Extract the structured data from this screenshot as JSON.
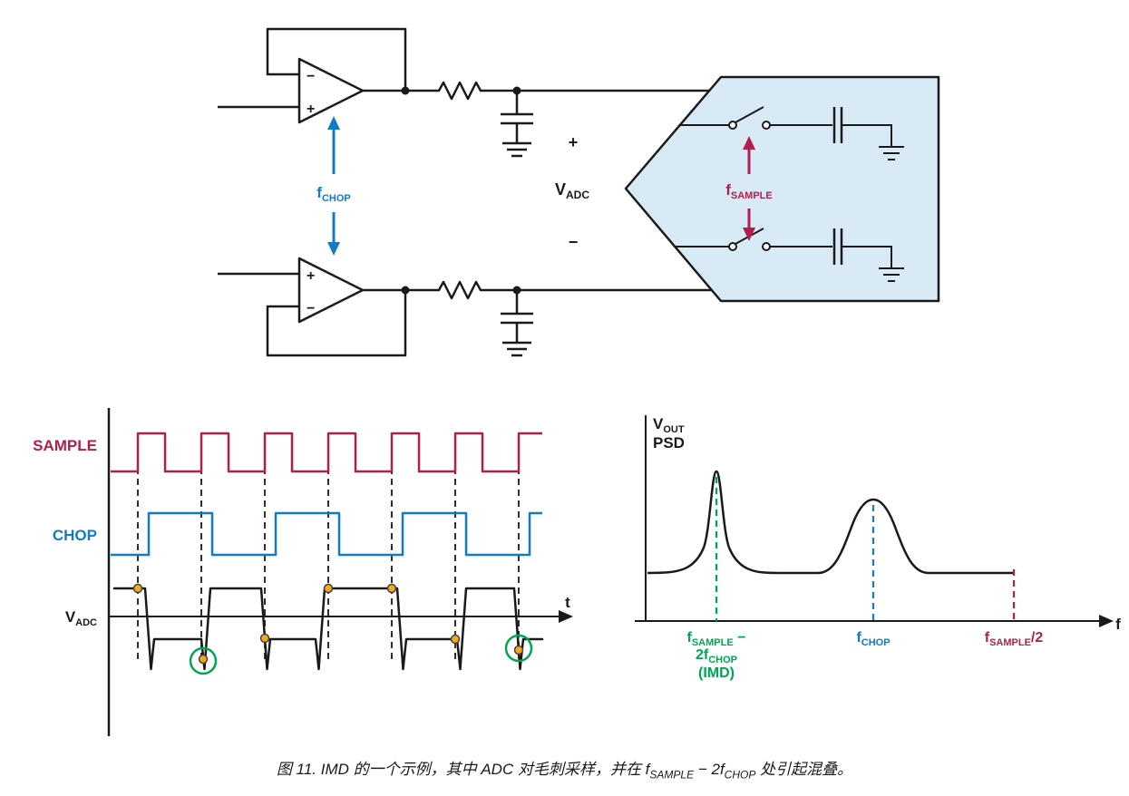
{
  "colors": {
    "crimson": "#B0204E",
    "blue": "#0F7DC5",
    "green": "#00A651",
    "orange": "#F6A81C",
    "adcfill": "#D9EAF7",
    "ink": "#1A1A1A"
  },
  "circuit": {
    "opamp_top": {
      "minus": "−",
      "plus": "+"
    },
    "opamp_bottom": {
      "plus": "+",
      "minus": "−"
    },
    "f_chop": {
      "base": "f",
      "sub": "CHOP"
    },
    "f_sample": {
      "base": "f",
      "sub": "SAMPLE"
    },
    "v_adc": {
      "plus": "+",
      "base": "V",
      "sub": "ADC",
      "minus": "−"
    }
  },
  "timing": {
    "sample_label": "SAMPLE",
    "chop_label": "CHOP",
    "vadc_label": {
      "base": "V",
      "sub": "ADC"
    },
    "t_label": "t"
  },
  "psd": {
    "vout": {
      "base": "V",
      "sub": "OUT"
    },
    "psd_label": "PSD",
    "f_label": "f",
    "imd_label": {
      "line1_base": "f",
      "line1_sub": "SAMPLE",
      "line1_tail": " −",
      "line2_base": "2f",
      "line2_sub": "CHOP",
      "line3": "(IMD)"
    },
    "chop_label": {
      "base": "f",
      "sub": "CHOP"
    },
    "nyquist_label": {
      "base": "f",
      "sub": "SAMPLE",
      "tail": "/2"
    }
  },
  "caption": {
    "part1": "图 11. IMD 的一个示例，其中 ADC 对毛刺采样，并在 f",
    "sub1": "SAMPLE",
    "part2": " − 2f",
    "sub2": "CHOP",
    "part3": " 处引起混叠。"
  }
}
